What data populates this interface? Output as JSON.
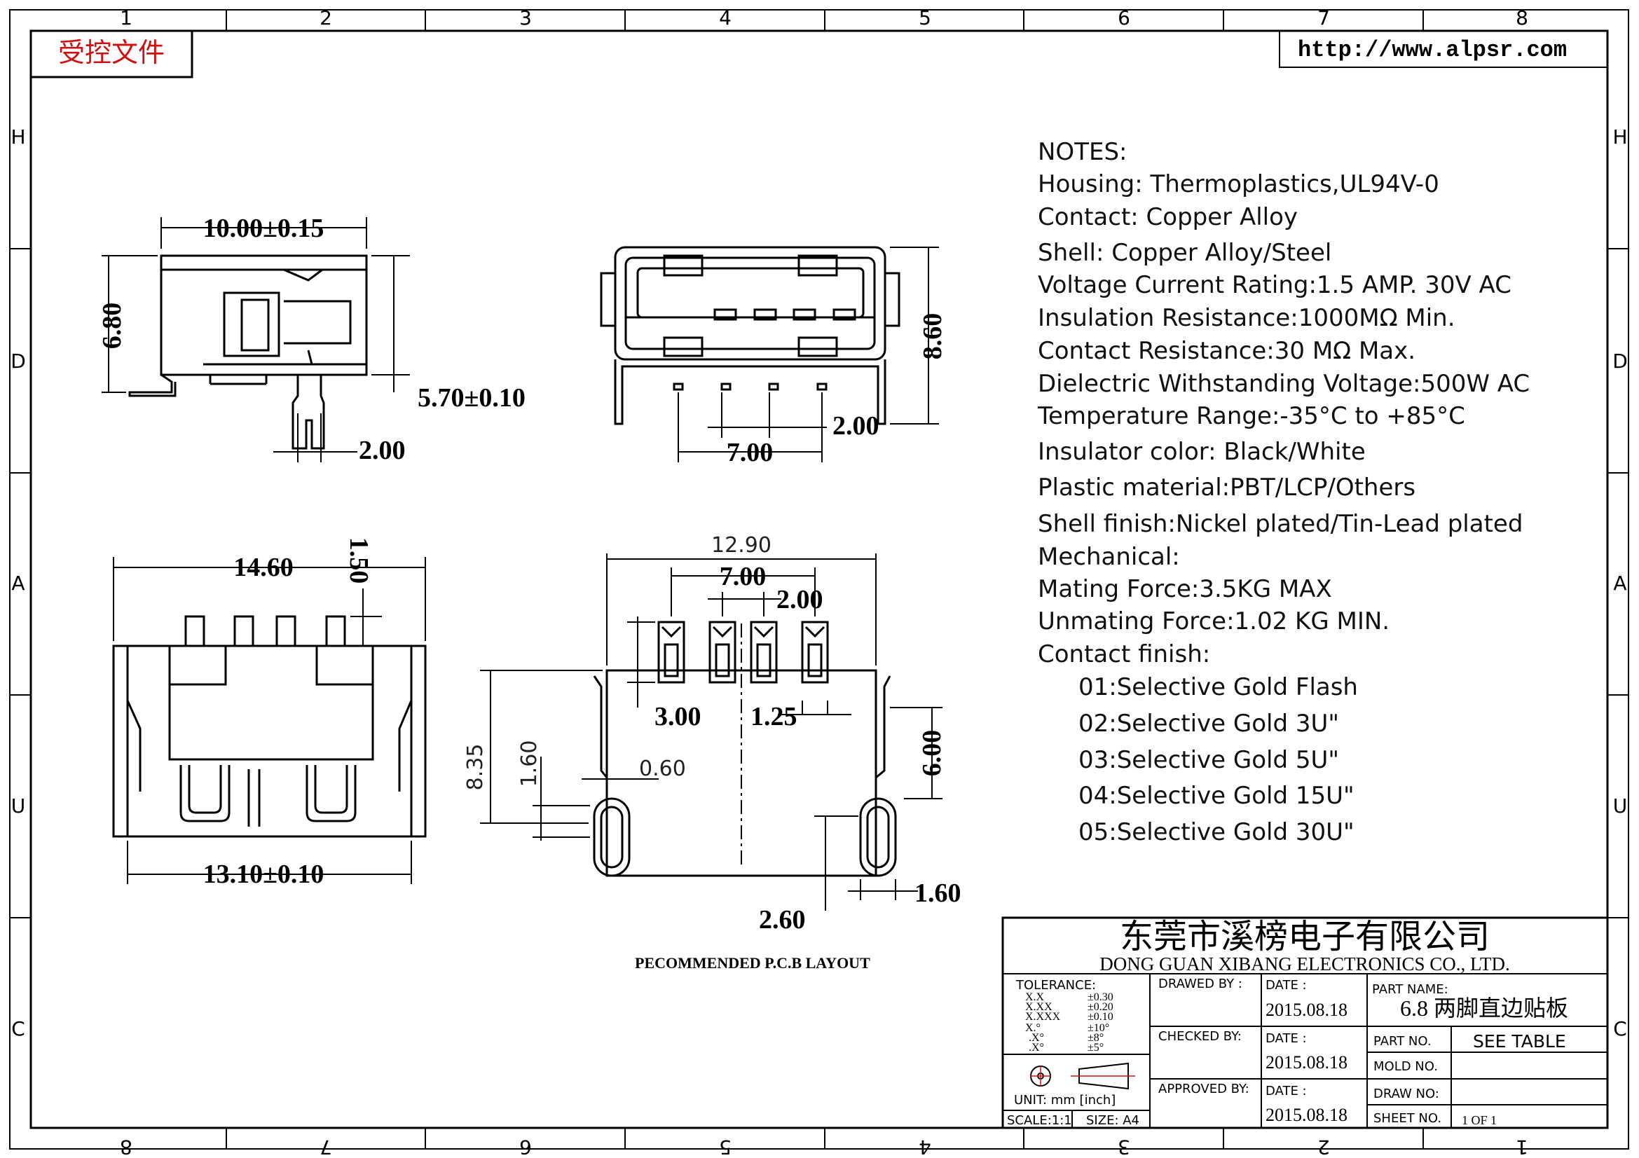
{
  "border": {
    "top_numbers": [
      "1",
      "2",
      "3",
      "4",
      "5",
      "6",
      "7",
      "8"
    ],
    "bottom_numbers": [
      "8",
      "7",
      "6",
      "5",
      "4",
      "3",
      "2",
      "1"
    ],
    "side_letters": [
      "H",
      "D",
      "A",
      "U",
      "C"
    ]
  },
  "header": {
    "stamp": "受控文件",
    "url": "http://www.alpsr.com"
  },
  "dimensions": {
    "side_width": "10.00±0.15",
    "side_height": "6.80",
    "side_depth": "5.70±0.10",
    "side_pin": "2.00",
    "front_height": "8.60",
    "front_pin_gap": "2.00",
    "front_pin_span": "7.00",
    "top_width": "14.60",
    "top_tab": "1.50",
    "top_body": "13.10±0.10",
    "pcb_width": "12.90",
    "pcb_pin_span": "7.00",
    "pcb_pin_gap": "2.00",
    "pcb_pad_len": "3.00",
    "pcb_pad_w": "1.25",
    "pcb_depth": "8.35",
    "pcb_slot_y": "1.60",
    "pcb_hole": "0.60",
    "pcb_slot_h": "6.00",
    "pcb_slot_w": "1.60",
    "pcb_slot_x": "2.60"
  },
  "layout_label": "PECOMMENDED P.C.B LAYOUT",
  "notes": [
    "NOTES:",
    "Housing: Thermoplastics,UL94V-0",
    "Contact: Copper Alloy",
    "Shell: Copper Alloy/Steel",
    "Voltage Current Rating:1.5 AMP. 30V AC",
    "Insulation Resistance:1000MΩ Min.",
    "Contact Resistance:30 MΩ Max.",
    "Dielectric Withstanding Voltage:500W AC",
    "Temperature Range:-35°C to +85°C",
    "Insulator color: Black/White",
    "Plastic material:PBT/LCP/Others",
    "Shell finish:Nickel plated/Tin-Lead plated",
    "Mechanical:",
    "Mating Force:3.5KG MAX",
    "Unmating Force:1.02 KG MIN.",
    "Contact finish:",
    "01:Selective Gold Flash",
    "02:Selective Gold 3U\"",
    "03:Selective Gold 5U\"",
    "04:Selective Gold 15U\"",
    "05:Selective Gold 30U\""
  ],
  "title_block": {
    "company_cn": "东莞市溪榜电子有限公司",
    "company_en": "DONG GUAN XIBANG ELECTRONICS CO., LTD.",
    "tolerance_label": "TOLERANCE:",
    "tolerance_keys": [
      "X.X",
      "X.XX",
      "X.XXX",
      "X.°",
      ".X°",
      ".X°"
    ],
    "tolerance_vals": [
      "±0.30",
      "±0.20",
      "±0.10",
      "±10°",
      "±8°",
      "±5°"
    ],
    "unit": "UNIT: mm [inch]",
    "scale": "SCALE:1:1",
    "size": "SIZE: A4",
    "drawn_by": "DRAWED BY :",
    "checked_by": "CHECKED BY:",
    "approved_by": "APPROVED BY:",
    "date_label": "DATE :",
    "date_drawn": "2015.08.18",
    "date_checked": "2015.08.18",
    "date_approved": "2015.08.18",
    "part_name_label": "PART NAME:",
    "part_name": "6.8 两脚直边贴板",
    "part_no_label": "PART NO.",
    "part_no": "SEE TABLE",
    "mold_no_label": "MOLD NO.",
    "draw_no_label": "DRAW NO:",
    "sheet_no_label": "SHEET NO.",
    "sheet_no": "1 OF 1"
  }
}
